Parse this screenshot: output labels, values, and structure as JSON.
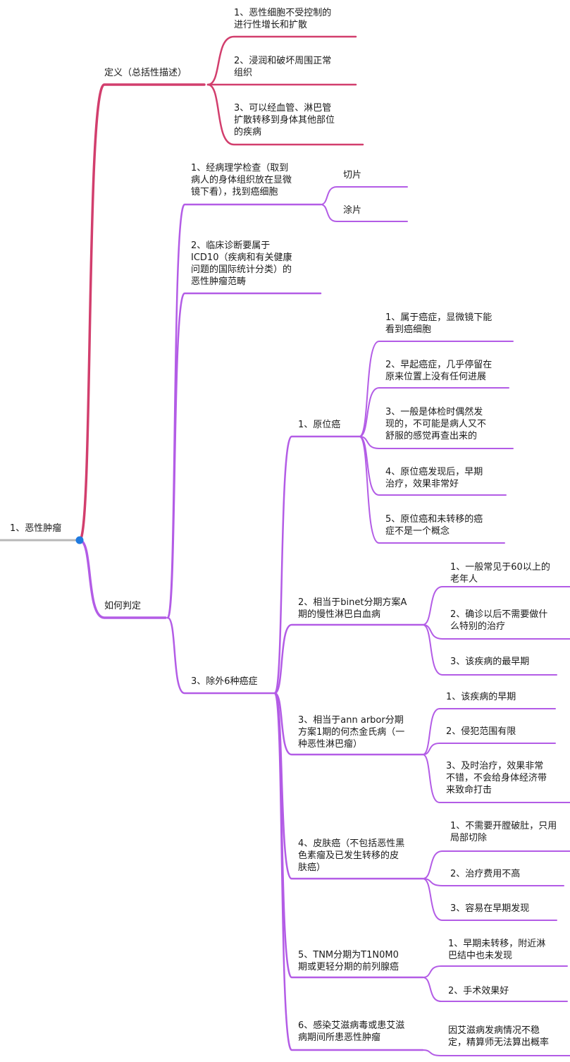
{
  "colors": {
    "definition_branch": "#d23e6d",
    "judge_branch": "#b35ce6",
    "root_stub": "#b8b8b8",
    "root_dot": "#1f7ae0",
    "text": "#1a1a1a"
  },
  "root": {
    "label": "1、恶性肿瘤"
  },
  "definition": {
    "label": "定义（总括性描述）",
    "items": [
      "1、恶性细胞不受控制的\n进行性增长和扩散",
      "2、浸润和破坏周围正常\n组织",
      "3、可以经血管、淋巴管\n扩散转移到身体其他部位\n的疾病"
    ]
  },
  "judge": {
    "label": "如何判定",
    "pathology": {
      "label": "1、经病理学检查（取到\n病人的身体组织放在显微\n镜下看），找到癌细胞",
      "items": [
        "切片",
        "涂片"
      ]
    },
    "icd": {
      "label": "2、临床诊断要属于\nICD10（疾病和有关健康\n问题的国际统计分类）的\n恶性肿瘤范畴"
    },
    "exclusions": {
      "label": "3、除外6种癌症",
      "groups": [
        {
          "label": "1、原位癌",
          "items": [
            "1、属于癌症，显微镜下能\n看到癌细胞",
            "2、早起癌症，几乎停留在\n原来位置上没有任何进展",
            "3、一般是体检时偶然发\n现的，不可能是病人又不\n舒服的感觉再查出来的",
            "4、原位癌发现后，早期\n治疗，效果非常好",
            "5、原位癌和未转移的癌\n症不是一个概念"
          ]
        },
        {
          "label": "2、相当于binet分期方案A\n期的慢性淋巴白血病",
          "items": [
            "1、一般常见于60以上的\n老年人",
            "2、确诊以后不需要做什\n么特别的治疗",
            "3、该疾病的最早期"
          ]
        },
        {
          "label": "3、相当于ann arbor分期\n方案1期的何杰金氏病（一\n种恶性淋巴瘤）",
          "items": [
            "1、该疾病的早期",
            "2、侵犯范围有限",
            "3、及时治疗，效果非常\n不错，不会给身体经济带\n来致命打击"
          ]
        },
        {
          "label": "4、皮肤癌（不包括恶性黑\n色素瘤及已发生转移的皮\n肤癌）",
          "items": [
            "1、不需要开膛破肚，只用\n局部切除",
            "2、治疗费用不高",
            "3、容易在早期发现"
          ]
        },
        {
          "label": "5、TNM分期为T1N0M0\n期或更轻分期的前列腺癌",
          "items": [
            "1、早期未转移，附近淋\n巴结中也未发现",
            "2、手术效果好"
          ]
        },
        {
          "label": "6、感染艾滋病毒或患艾滋\n病期间所患恶性肿瘤",
          "items": [
            "因艾滋病发病情况不稳\n定，精算师无法算出概率"
          ]
        }
      ]
    }
  }
}
